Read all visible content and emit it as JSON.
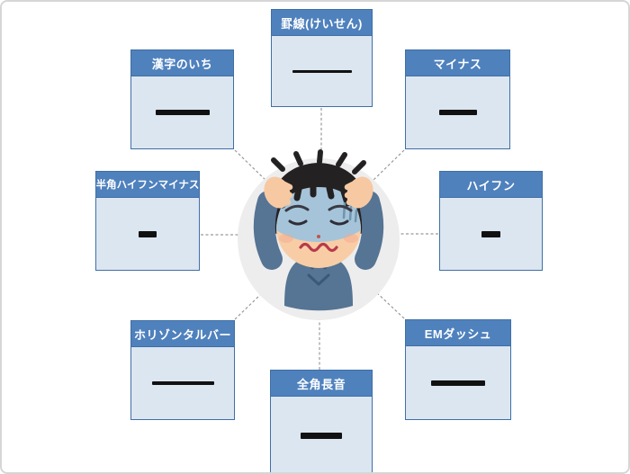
{
  "diagram_title": "dash-like characters confusion diagram",
  "theme": {
    "box_header_bg": "#4f81bd",
    "box_body_bg": "#dce6f1",
    "box_border": "#3f6fa5",
    "header_text_color": "#ffffff",
    "glyph_color": "#111111",
    "connector_color": "#999999",
    "page_border": "#d6d6d6",
    "figure_circle_bg": "#ededed"
  },
  "center_figure": {
    "illustration": "confused-person-holding-head",
    "sweater_color": "#567494",
    "skin_color": "#f8cda6",
    "hair_color": "#242122",
    "pale_face_color": "#a6c4d9"
  },
  "boxes": [
    {
      "id": "keisen",
      "label": "罫線(けいせん)",
      "character": "─",
      "bar": {
        "width": 66,
        "height": 3
      }
    },
    {
      "id": "kanji-no-ichi",
      "label": "漢字のいち",
      "character": "一",
      "bar": {
        "width": 60,
        "height": 6
      }
    },
    {
      "id": "minus",
      "label": "マイナス",
      "character": "−",
      "bar": {
        "width": 42,
        "height": 6
      }
    },
    {
      "id": "hankaku-hyphen",
      "label": "半角ハイフンマイナス",
      "character": "-",
      "bar": {
        "width": 20,
        "height": 7
      }
    },
    {
      "id": "hyphen",
      "label": "ハイフン",
      "character": "‐",
      "bar": {
        "width": 21,
        "height": 7
      }
    },
    {
      "id": "horizontal-bar",
      "label": "ホリゾンタルバー",
      "character": "―",
      "bar": {
        "width": 69,
        "height": 4
      }
    },
    {
      "id": "em-dash",
      "label": "EMダッシュ",
      "character": "—",
      "bar": {
        "width": 60,
        "height": 6
      }
    },
    {
      "id": "zenkaku-chouon",
      "label": "全角長音",
      "character": "ー",
      "bar": {
        "width": 46,
        "height": 7
      }
    }
  ]
}
